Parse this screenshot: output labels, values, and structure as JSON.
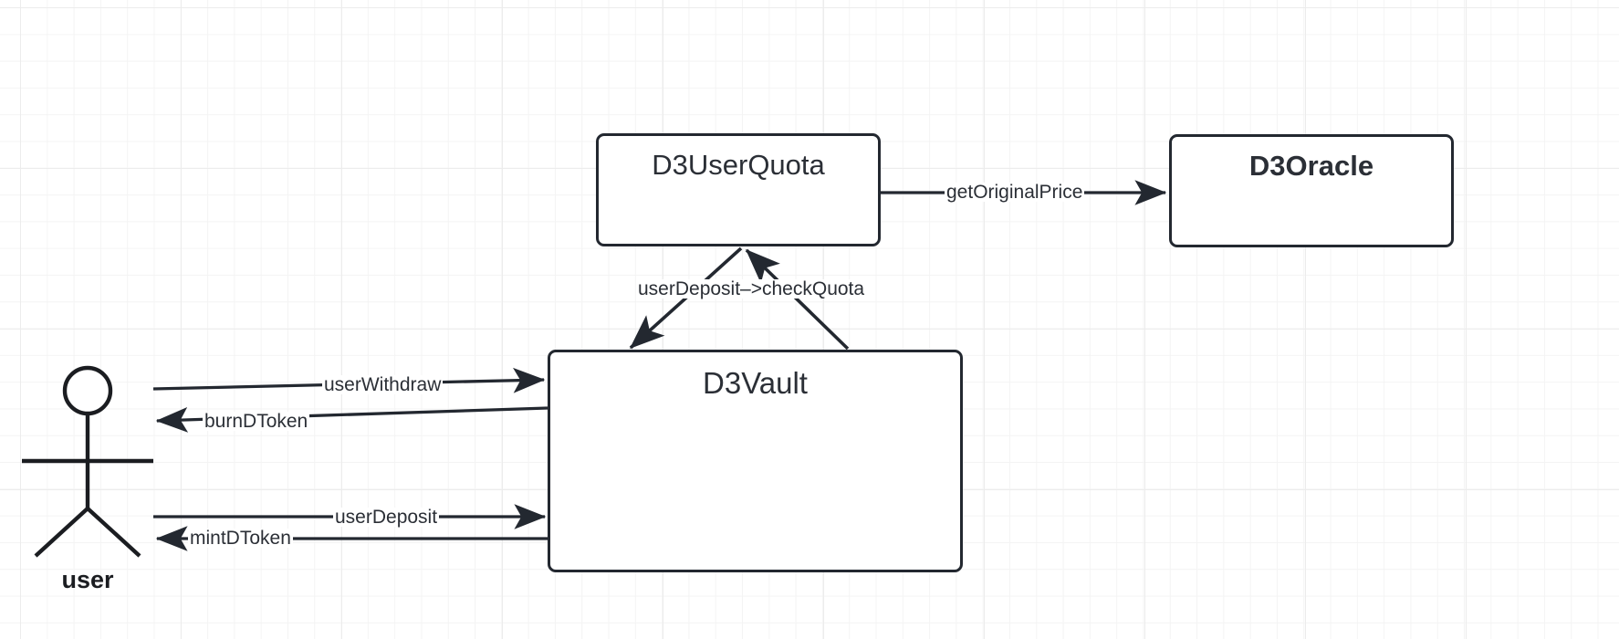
{
  "diagram": {
    "type": "component-interaction-diagram",
    "background": "grid-paper",
    "grid_color": "#ececec",
    "stroke_color": "#232830",
    "text_color": "#2b2f36",
    "nodes": [
      {
        "id": "d3userquota",
        "label": "D3UserQuota",
        "shape": "rounded-rectangle"
      },
      {
        "id": "d3oracle",
        "label": "D3Oracle",
        "shape": "rounded-rectangle"
      },
      {
        "id": "d3vault",
        "label": "D3Vault",
        "shape": "rounded-rectangle"
      },
      {
        "id": "user",
        "label": "user",
        "shape": "stick-figure-actor"
      }
    ],
    "edges": [
      {
        "id": "edge-get-original-price",
        "label": "getOriginalPrice",
        "from": "d3userquota",
        "to": "d3oracle",
        "direction": "right"
      },
      {
        "id": "edge-user-deposit-check-quota",
        "label": "userDeposit–>checkQuota",
        "from": "d3vault",
        "to": "d3userquota",
        "direction": "bidirectional-diagonal"
      },
      {
        "id": "edge-user-withdraw",
        "label": "userWithdraw",
        "from": "user",
        "to": "d3vault",
        "direction": "right"
      },
      {
        "id": "edge-burn-dtoken",
        "label": "burnDToken",
        "from": "d3vault",
        "to": "user",
        "direction": "left"
      },
      {
        "id": "edge-user-deposit",
        "label": "userDeposit",
        "from": "user",
        "to": "d3vault",
        "direction": "right"
      },
      {
        "id": "edge-mint-dtoken",
        "label": "mintDToken",
        "from": "d3vault",
        "to": "user",
        "direction": "left"
      }
    ]
  }
}
